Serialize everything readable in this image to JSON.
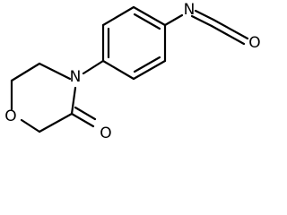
{
  "molecule": {
    "atoms": {
      "N_isocyanate": "N",
      "O_isocyanate": "O",
      "N_morpholine": "N",
      "O_ring": "O",
      "O_carbonyl": "O"
    }
  }
}
